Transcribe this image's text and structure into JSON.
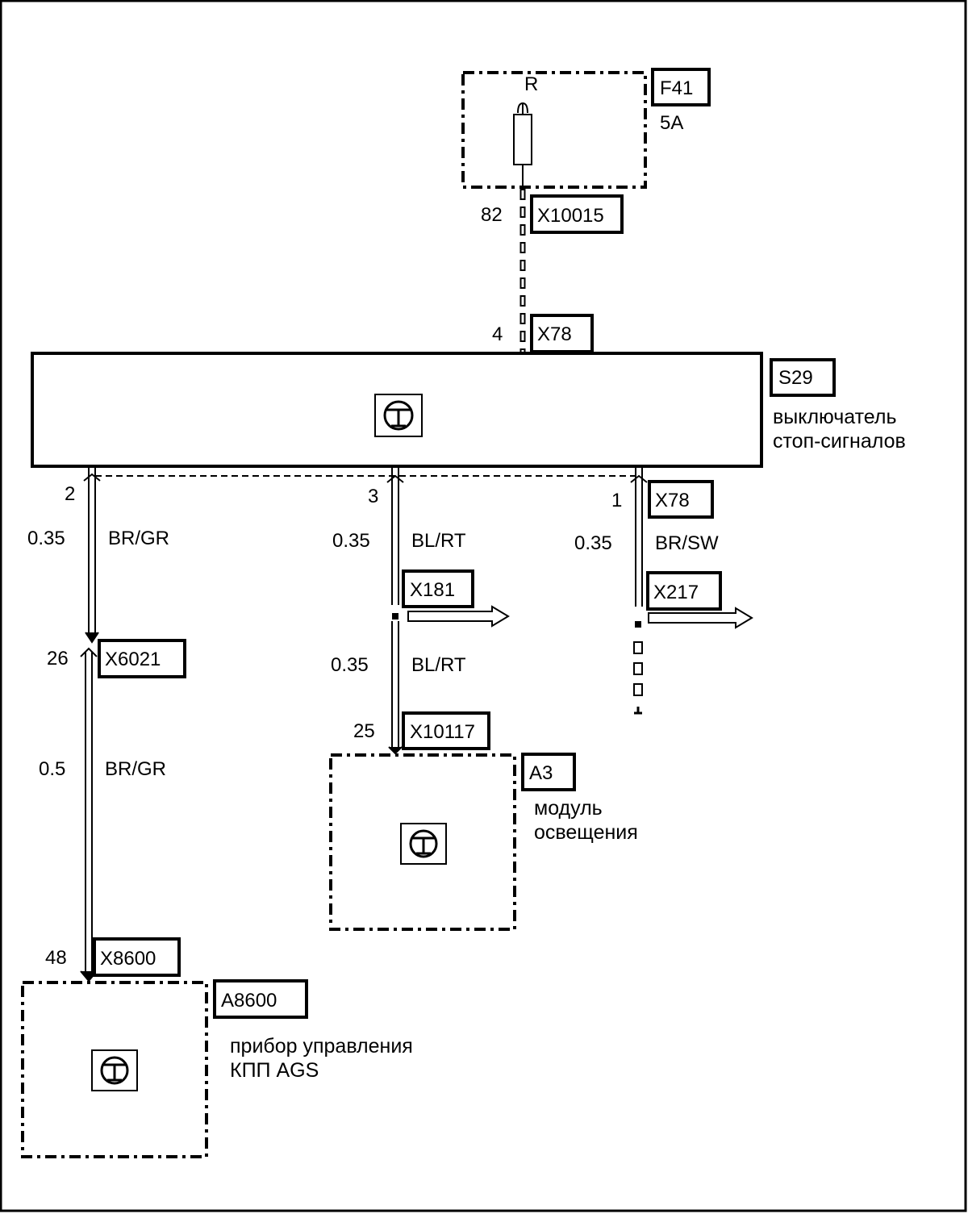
{
  "fuse": {
    "id": "F41",
    "rating": "5A",
    "pin_label": "R"
  },
  "connectors": {
    "x10015": {
      "id": "X10015",
      "pin": "82"
    },
    "x78_top": {
      "id": "X78",
      "pin": "4"
    },
    "x78_right": {
      "id": "X78",
      "pin": "1"
    },
    "x181": {
      "id": "X181"
    },
    "x217": {
      "id": "X217"
    },
    "x6021": {
      "id": "X6021",
      "pin": "26"
    },
    "x10117": {
      "id": "X10117",
      "pin": "25"
    },
    "x8600": {
      "id": "X8600",
      "pin": "48"
    }
  },
  "switch": {
    "id": "S29",
    "description_line1": "выключатель",
    "description_line2": "стоп-сигналов",
    "pin_left": "2",
    "pin_middle": "3"
  },
  "wires": {
    "left_upper": {
      "gauge": "0.35",
      "color": "BR/GR"
    },
    "left_lower": {
      "gauge": "0.5",
      "color": "BR/GR"
    },
    "middle_upper": {
      "gauge": "0.35",
      "color": "BL/RT"
    },
    "middle_lower": {
      "gauge": "0.35",
      "color": "BL/RT"
    },
    "right": {
      "gauge": "0.35",
      "color": "BR/SW"
    }
  },
  "modules": {
    "a3": {
      "id": "A3",
      "description_line1": "модуль",
      "description_line2": "освещения"
    },
    "a8600": {
      "id": "A8600",
      "description_line1": "прибор управления",
      "description_line2": "КПП AGS"
    }
  }
}
